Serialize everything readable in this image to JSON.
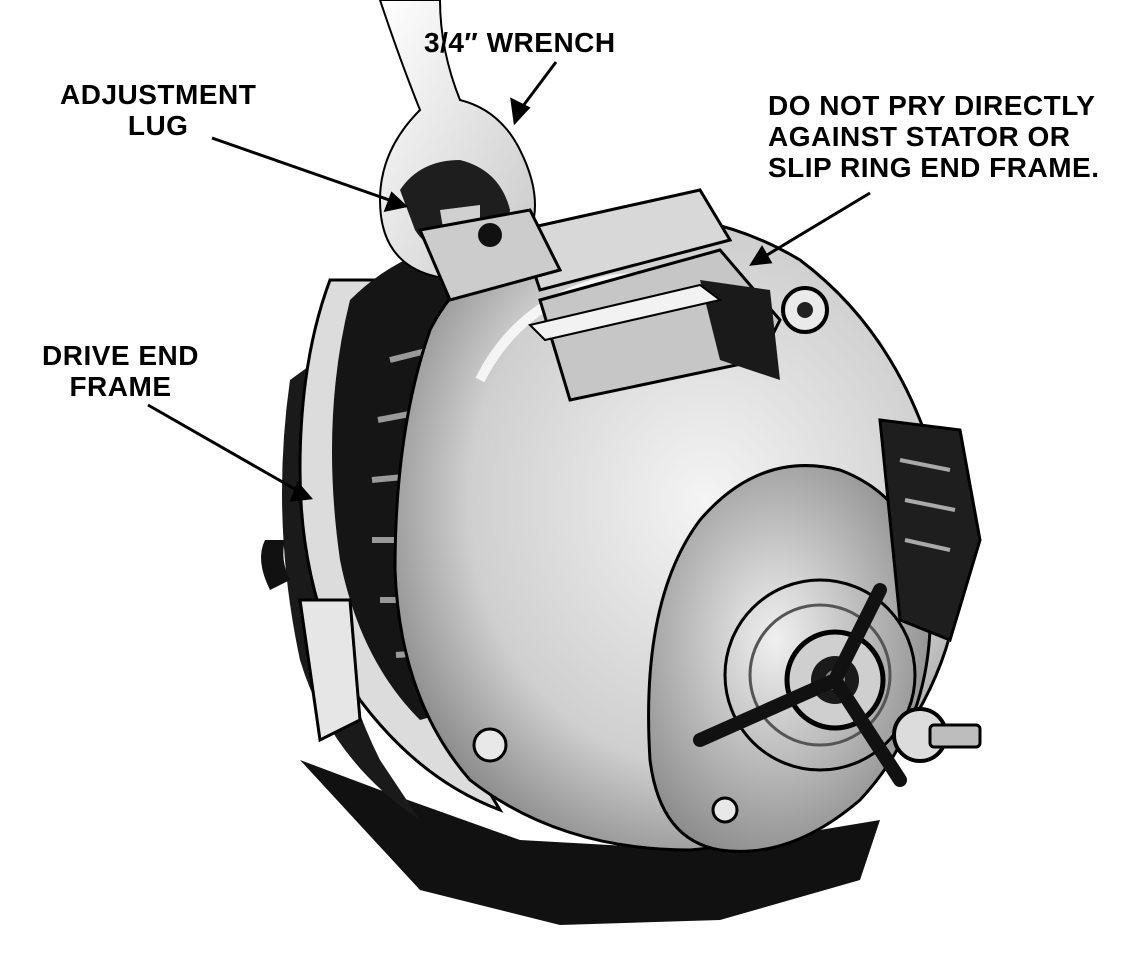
{
  "labels": {
    "wrench": "3/4″ WRENCH",
    "adjustment_lug_line1": "ADJUSTMENT",
    "adjustment_lug_line2": "LUG",
    "caution_line1": "DO NOT PRY DIRECTLY",
    "caution_line2": "AGAINST STATOR OR",
    "caution_line3": "SLIP RING END FRAME.",
    "drive_end_line1": "DRIVE END",
    "drive_end_line2": "FRAME"
  },
  "colors": {
    "ink": "#000000",
    "paper": "#ffffff",
    "metal_light": "#e8e8e8",
    "metal_mid": "#9a9a9a",
    "metal_dark": "#1a1a1a"
  }
}
